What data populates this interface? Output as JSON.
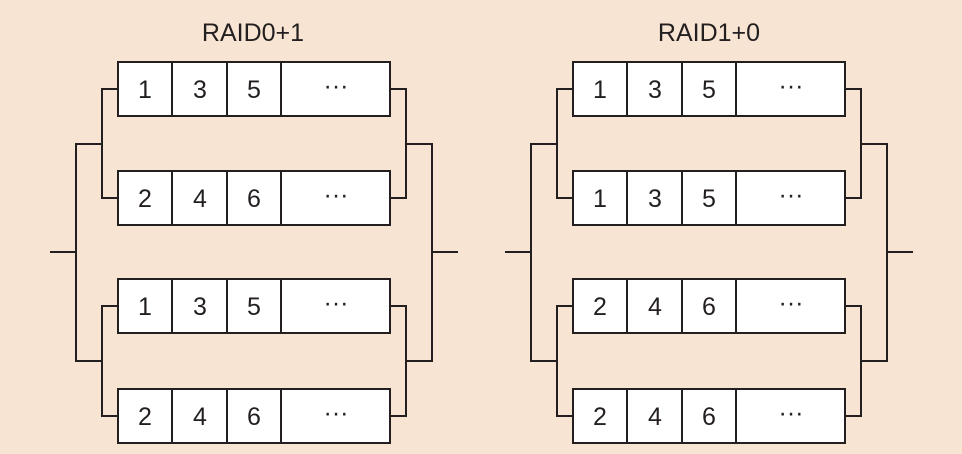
{
  "diagrams": [
    {
      "title": "RAID0+1",
      "rows": [
        [
          "1",
          "3",
          "5",
          "···"
        ],
        [
          "2",
          "4",
          "6",
          "···"
        ],
        [
          "1",
          "3",
          "5",
          "···"
        ],
        [
          "2",
          "4",
          "6",
          "···"
        ]
      ]
    },
    {
      "title": "RAID1+0",
      "rows": [
        [
          "1",
          "3",
          "5",
          "···"
        ],
        [
          "1",
          "3",
          "5",
          "···"
        ],
        [
          "2",
          "4",
          "6",
          "···"
        ],
        [
          "2",
          "4",
          "6",
          "···"
        ]
      ]
    }
  ],
  "colors": {
    "background": "#f8e4d2",
    "line": "#231f20",
    "block": "#ffffff"
  }
}
